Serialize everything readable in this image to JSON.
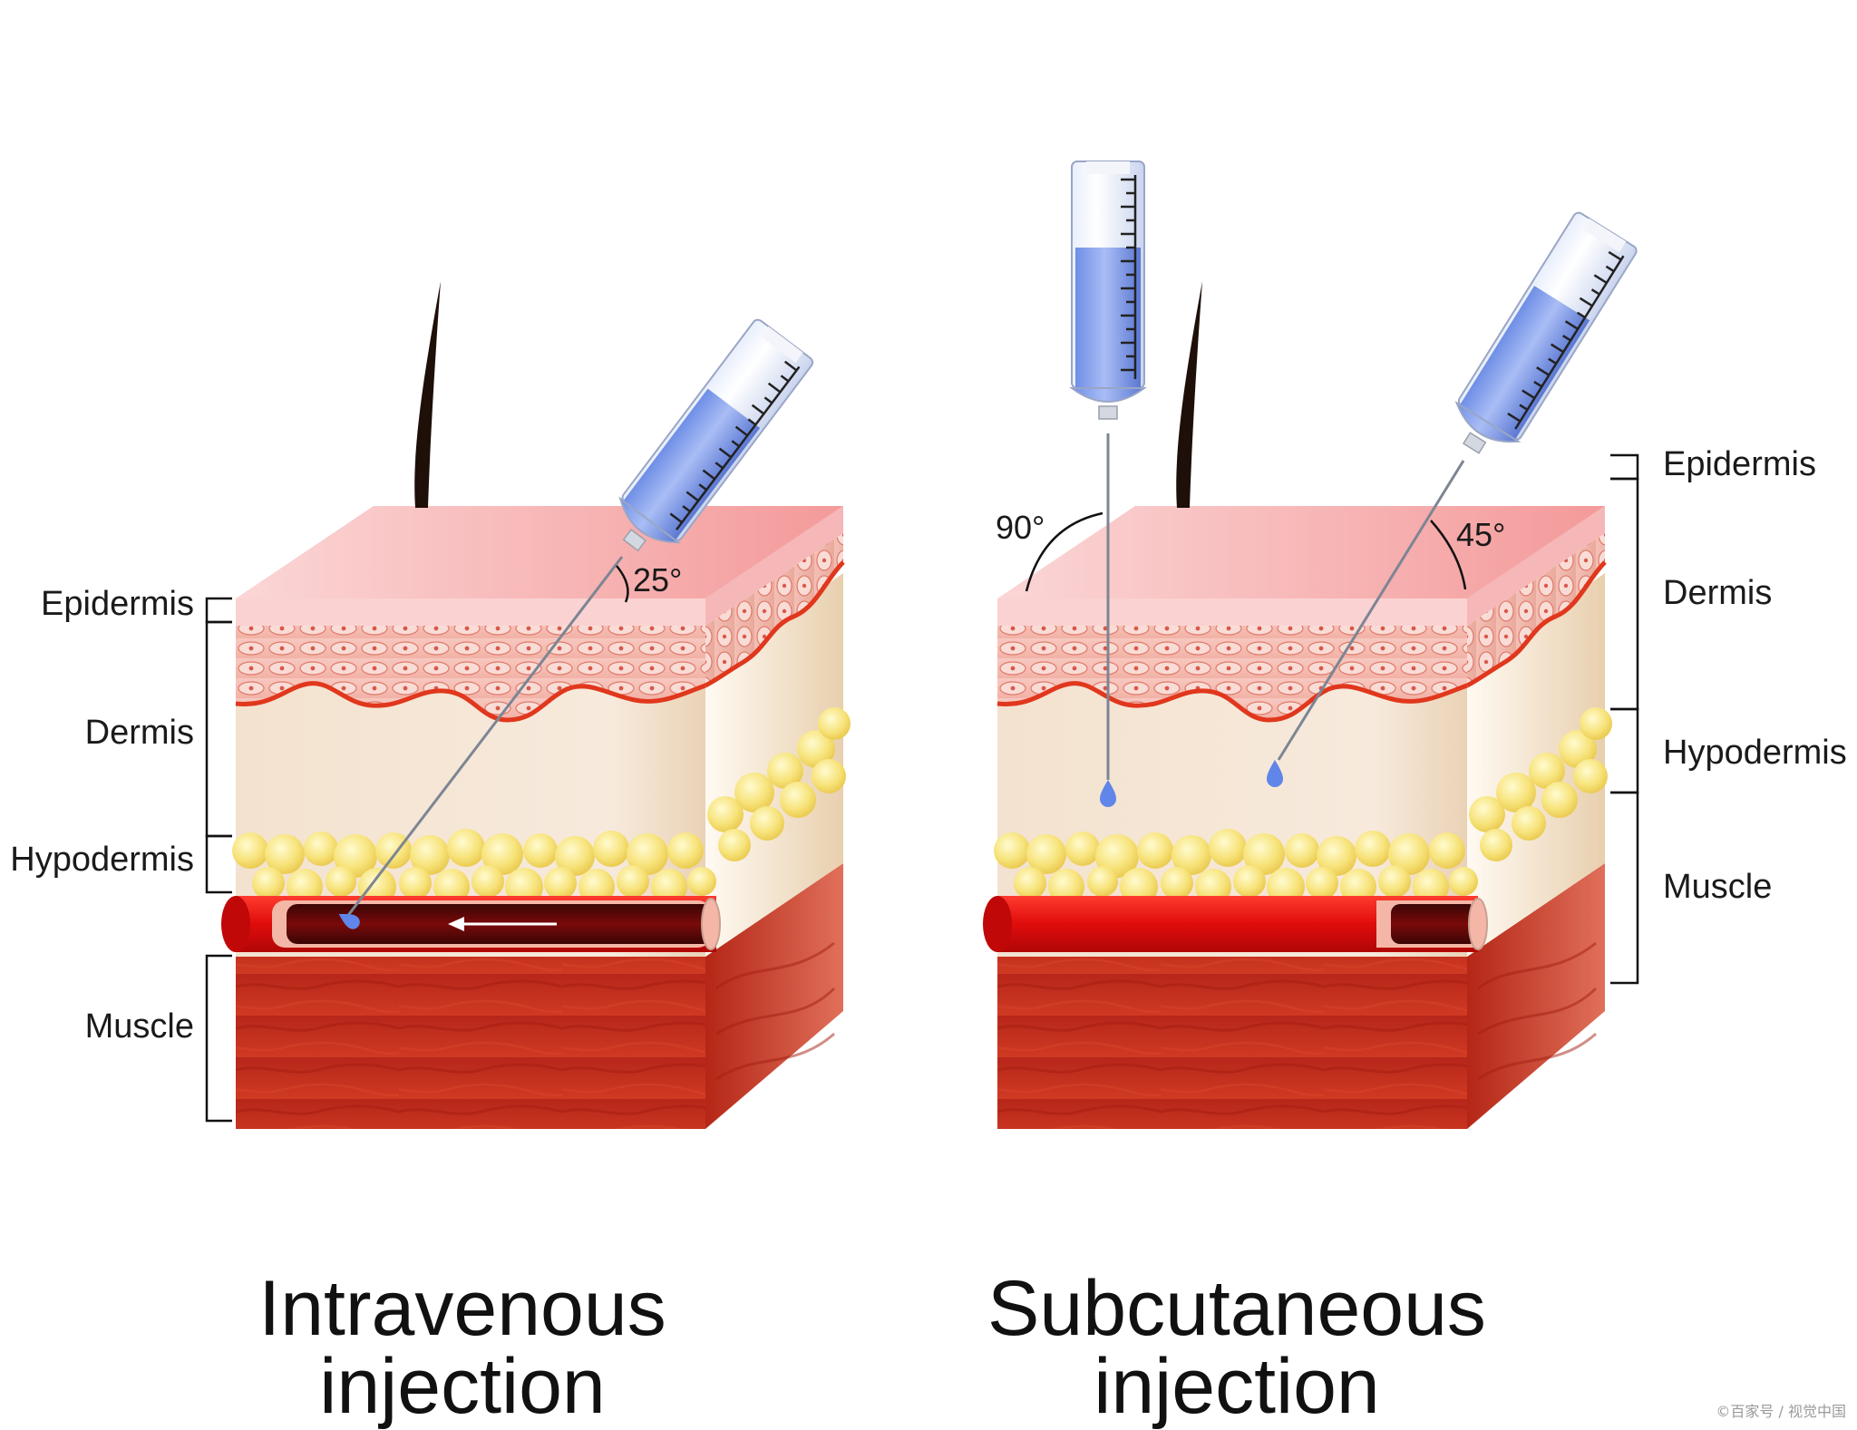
{
  "left_panel": {
    "layers": [
      "Epidermis",
      "Dermis",
      "Hypodermis",
      "Muscle"
    ],
    "angle": "25°",
    "title_line1": "Intravenous",
    "title_line2": "injection"
  },
  "right_panel": {
    "layers": [
      "Epidermis",
      "Dermis",
      "Hypodermis",
      "Muscle"
    ],
    "angle_vertical": "90°",
    "angle_diagonal": "45°",
    "title_line1": "Subcutaneous",
    "title_line2": "injection"
  },
  "watermark": "©百家号 / 视觉中国",
  "colors": {
    "epidermis": "#f6c2c2",
    "dermis": "#f4ded0",
    "hypodermis_fat": "#f6e27a",
    "muscle": "#c42a1a",
    "vessel": "#e01010",
    "syringe_fluid": "#8fa8ee"
  }
}
